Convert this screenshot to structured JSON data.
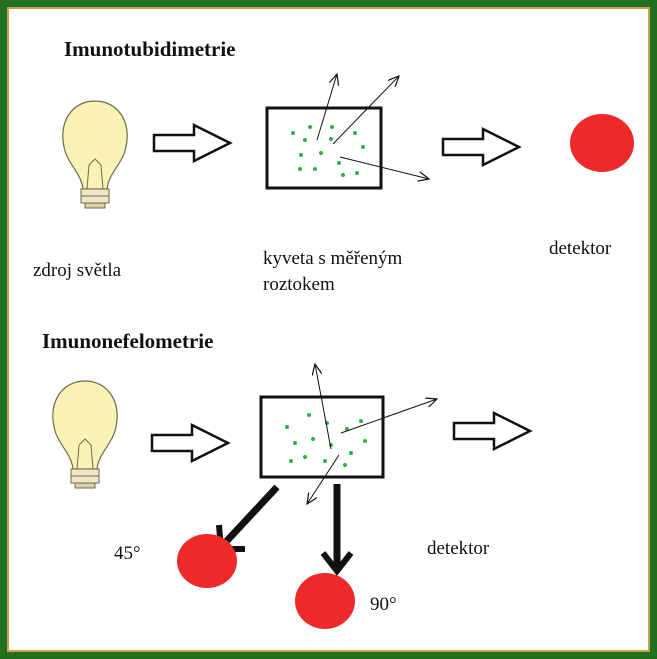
{
  "section1": {
    "title": "Imunotubidimetrie",
    "source_label": "zdroj světla",
    "cuvette_label_line1": "kyveta s měřeným",
    "cuvette_label_line2": "roztokem",
    "detector_label": "detektor"
  },
  "section2": {
    "title": "Imunonefelometrie",
    "detector_label": "detektor",
    "angle45_label": "45°",
    "angle90_label": "90°"
  },
  "colors": {
    "frame": "#226f1e",
    "border": "#c9a14a",
    "detector": "#ee2929",
    "particle": "#29b34a",
    "bulb": "#fbf3b5"
  },
  "icons": [
    "light-bulb-icon",
    "hollow-arrow-icon"
  ]
}
